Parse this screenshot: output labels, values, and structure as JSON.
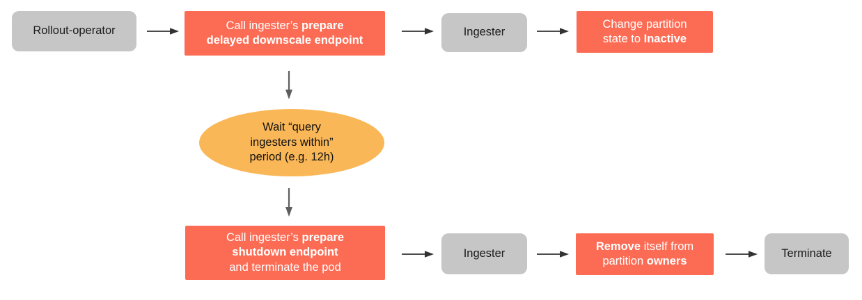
{
  "diagram": {
    "title": "Ingester delayed downscale and shutdown flow",
    "colors": {
      "gray_node": "#c6c6c6",
      "red_node": "#fc6c55",
      "orange_node": "#fab757",
      "arrow_horizontal": "#333333",
      "arrow_vertical": "#5e5e5e",
      "text_dark": "#1a1a1a",
      "text_light": "#ffffff",
      "background": "#ffffff"
    },
    "nodes": [
      {
        "id": "rollout-operator",
        "shape": "rounded-rect",
        "style": "gray",
        "text": "Rollout-operator",
        "html": "Rollout-operator"
      },
      {
        "id": "call-prepare-delayed-downscale",
        "shape": "rect",
        "style": "red",
        "text": "Call ingester’s prepare delayed downscale endpoint",
        "html": "Call ingester’s <b>prepare<br>delayed downscale endpoint</b>"
      },
      {
        "id": "ingester-top",
        "shape": "rounded-rect",
        "style": "gray",
        "text": "Ingester",
        "html": "Ingester"
      },
      {
        "id": "change-partition-state-inactive",
        "shape": "rect",
        "style": "red",
        "text": "Change partition state to Inactive",
        "html": "Change partition<br>state to <b>Inactive</b>"
      },
      {
        "id": "wait-query-ingesters-within",
        "shape": "ellipse",
        "style": "orange",
        "text": "Wait “query ingesters within” period (e.g. 12h)",
        "html": "Wait “query<br>ingesters within”<br>period (e.g. 12h)"
      },
      {
        "id": "call-prepare-shutdown",
        "shape": "rect",
        "style": "red",
        "text": "Call ingester’s prepare shutdown endpoint and terminate the pod",
        "html": "Call ingester’s <b>prepare<br>shutdown endpoint</b><br>and terminate the pod"
      },
      {
        "id": "ingester-bottom",
        "shape": "rounded-rect",
        "style": "gray",
        "text": "Ingester",
        "html": "Ingester"
      },
      {
        "id": "remove-itself-partition-owners",
        "shape": "rect",
        "style": "red",
        "text": "Remove itself from partition owners",
        "html": "<b>Remove</b> itself from<br>partition <b>owners</b>"
      },
      {
        "id": "terminate",
        "shape": "rounded-rect",
        "style": "gray",
        "text": "Terminate",
        "html": "Terminate"
      }
    ],
    "edges": [
      {
        "id": "edge-operator-to-prepare-downscale",
        "from": "rollout-operator",
        "to": "call-prepare-delayed-downscale",
        "direction": "right",
        "label": ""
      },
      {
        "id": "edge-prepare-downscale-to-ingester",
        "from": "call-prepare-delayed-downscale",
        "to": "ingester-top",
        "direction": "right",
        "label": ""
      },
      {
        "id": "edge-ingester-to-change-partition",
        "from": "ingester-top",
        "to": "change-partition-state-inactive",
        "direction": "right",
        "label": ""
      },
      {
        "id": "edge-prepare-downscale-to-wait",
        "from": "call-prepare-delayed-downscale",
        "to": "wait-query-ingesters-within",
        "direction": "down",
        "label": ""
      },
      {
        "id": "edge-wait-to-prepare-shutdown",
        "from": "wait-query-ingesters-within",
        "to": "call-prepare-shutdown",
        "direction": "down",
        "label": ""
      },
      {
        "id": "edge-prepare-shutdown-to-ingester",
        "from": "call-prepare-shutdown",
        "to": "ingester-bottom",
        "direction": "right",
        "label": ""
      },
      {
        "id": "edge-ingester-to-remove-itself",
        "from": "ingester-bottom",
        "to": "remove-itself-partition-owners",
        "direction": "right",
        "label": ""
      },
      {
        "id": "edge-remove-itself-to-terminate",
        "from": "remove-itself-partition-owners",
        "to": "terminate",
        "direction": "right",
        "label": ""
      }
    ]
  }
}
